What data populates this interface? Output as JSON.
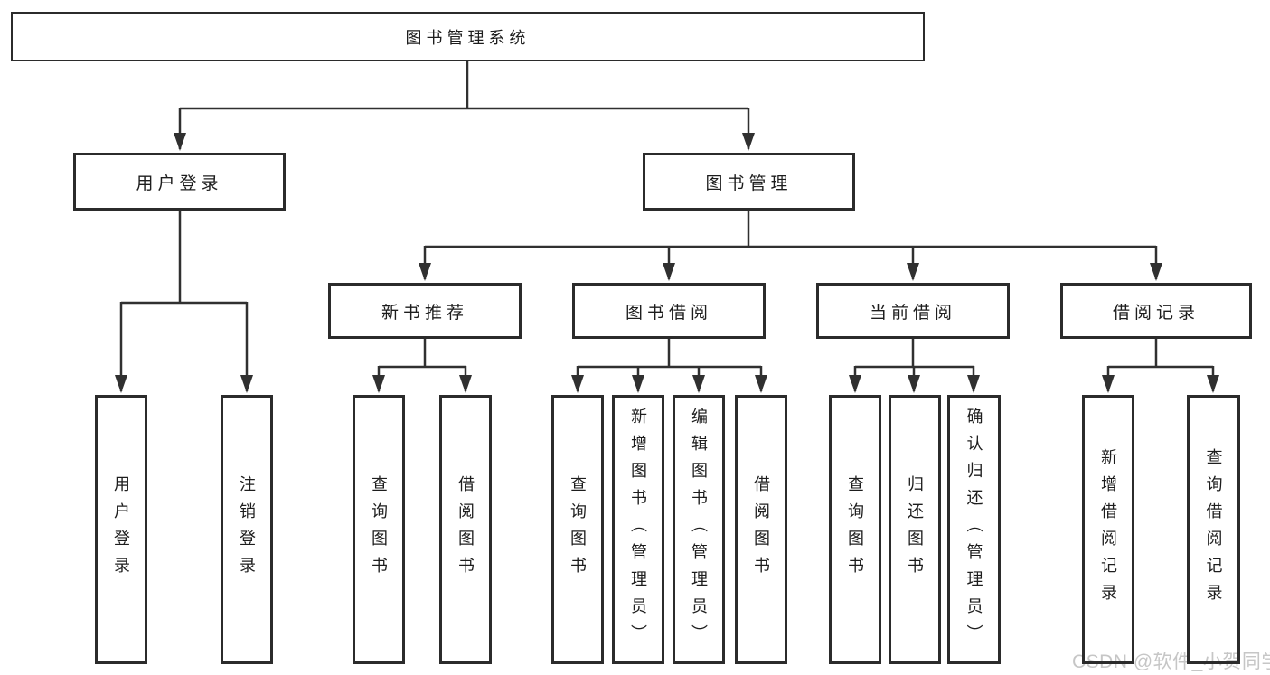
{
  "colors": {
    "line-color": "#303030",
    "border-color": "#2b2b2b",
    "text-color": "#1d1d1d",
    "watermark-color": "#c6c6c6"
  },
  "watermark": "CSDN @软件_小贺同学",
  "diagram": {
    "root": {
      "label": "图书管理系统"
    },
    "level2": [
      {
        "label": "用户登录"
      },
      {
        "label": "图书管理"
      }
    ],
    "level3": [
      {
        "label": "新书推荐"
      },
      {
        "label": "图书借阅"
      },
      {
        "label": "当前借阅"
      },
      {
        "label": "借阅记录"
      }
    ],
    "leaves": {
      "user_login": [
        "用户登录",
        "注销登录"
      ],
      "new_books": [
        "查询图书",
        "借阅图书"
      ],
      "book_borrow": [
        "查询图书",
        "新增图书（管理员）",
        "编辑图书（管理员）",
        "借阅图书"
      ],
      "current_borrow": [
        "查询图书",
        "归还图书",
        "确认归还（管理员）"
      ],
      "borrow_records": [
        "新增借阅记录",
        "查询借阅记录"
      ]
    }
  }
}
